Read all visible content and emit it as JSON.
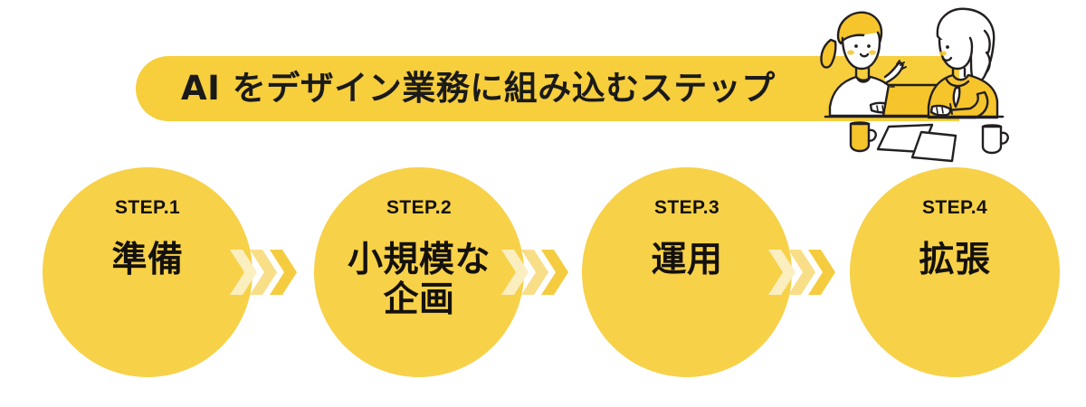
{
  "header": {
    "title": "AI をデザイン業務に組み込むステップ",
    "band_color": "#F7CE3C"
  },
  "theme": {
    "circle_color": "#F7D148",
    "text_color": "#14110D",
    "chevron_light": "#FBEFC0",
    "chevron_mid": "#F8DE87",
    "chevron_dark": "#F5CC3F",
    "line_color": "#231F20",
    "accent_yellow": "#F6C52B",
    "white": "#FFFFFF"
  },
  "steps": [
    {
      "label": "STEP.1",
      "title_line1": "準備",
      "title_line2": "",
      "arrow_after": "chevron-arrow-icon"
    },
    {
      "label": "STEP.2",
      "title_line1": "小規模な",
      "title_line2": "企画",
      "arrow_after": "chevron-arrow-icon"
    },
    {
      "label": "STEP.3",
      "title_line1": "運用",
      "title_line2": "",
      "arrow_after": "chevron-arrow-icon"
    },
    {
      "label": "STEP.4",
      "title_line1": "拡張",
      "title_line2": "",
      "arrow_after": ""
    }
  ],
  "illustration": {
    "name": "two-women-at-table-illustration",
    "elements": [
      "woman-with-ponytail",
      "woman-with-wavy-hair",
      "tablet-device",
      "yellow-mug",
      "white-mug",
      "paper-sheet-left",
      "paper-sheet-right",
      "table-line"
    ]
  }
}
